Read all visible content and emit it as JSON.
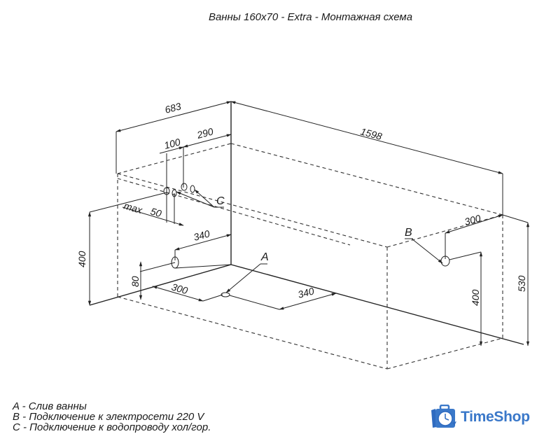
{
  "title": "Ванны 160x70 - Extra - Монтажная схема",
  "dimensions": {
    "width_683": "683",
    "length_1598": "1598",
    "offset_290": "290",
    "spacing_100": "100",
    "max_label": "max",
    "max_50": "50",
    "drain_side_340": "340",
    "drain_300": "300",
    "drain_front_340": "340",
    "height_400_left": "400",
    "height_80": "80",
    "elec_300": "300",
    "elec_400": "400",
    "height_530": "530"
  },
  "markers": {
    "a": "A",
    "b": "B",
    "c": "C"
  },
  "legend": [
    "A - Слив ванны",
    "B - Подключение к электросети 220 V",
    "C - Подключение к водопроводу хол/гор."
  ],
  "logo": {
    "text": "TimeShop",
    "color": "#3a78c9"
  }
}
